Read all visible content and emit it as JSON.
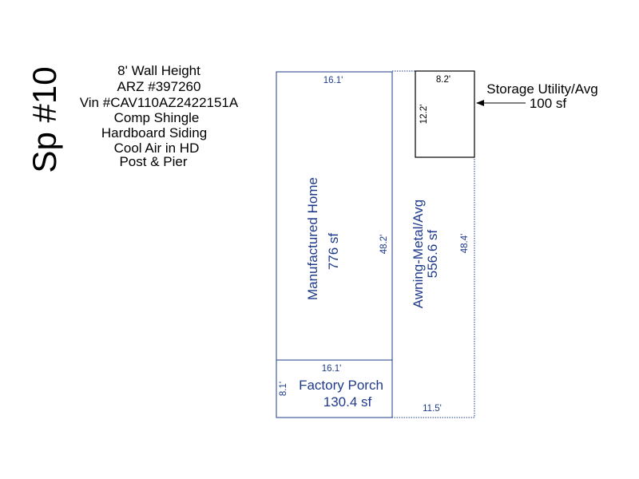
{
  "space_label": "Sp #10",
  "notes": {
    "wall_height": "8' Wall Height",
    "arz": "ARZ #397260",
    "vin": "Vin #CAV110AZ2422151A",
    "roof": "Comp Shingle",
    "siding": "Hardboard Siding",
    "cooling": "Cool Air in HD",
    "foundation": "Post & Pier"
  },
  "manufactured_home": {
    "name": "Manufactured Home",
    "area": "776 sf",
    "width_dim": "16.1'",
    "length_dim": "48.2'"
  },
  "factory_porch": {
    "name": "Factory Porch",
    "area": "130.4 sf",
    "width_dim": "16.1'",
    "depth_dim": "8.1'"
  },
  "awning": {
    "name": "Awning-Metal/Avg",
    "area": "556.6 sf",
    "length_dim": "48.4'",
    "width_dim": "11.5'"
  },
  "storage": {
    "name": "Storage Utility/Avg",
    "area": "100 sf",
    "width_dim": "8.2'",
    "length_dim": "12.2'"
  },
  "colors": {
    "outline": "#1f3a8a",
    "text": "#1f3a8a",
    "annotation": "#000000",
    "background": "#ffffff"
  }
}
